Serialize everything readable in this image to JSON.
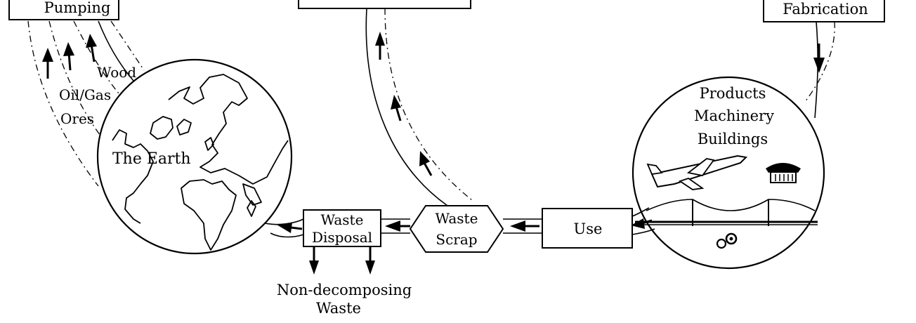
{
  "labels": {
    "pumping": "Pumping",
    "fabrication": "Fabrication",
    "wood": "Wood",
    "oil_gas": "Oil/Gas",
    "ores": "Ores",
    "earth": "The Earth",
    "products": "Products",
    "machinery": "Machinery",
    "buildings": "Buildings",
    "waste_disposal_1": "Waste",
    "waste_disposal_2": "Disposal",
    "waste_scrap_1": "Waste",
    "waste_scrap_2": "Scrap",
    "use": "Use",
    "non_decomposing_1": "Non-decomposing",
    "non_decomposing_2": "Waste"
  }
}
